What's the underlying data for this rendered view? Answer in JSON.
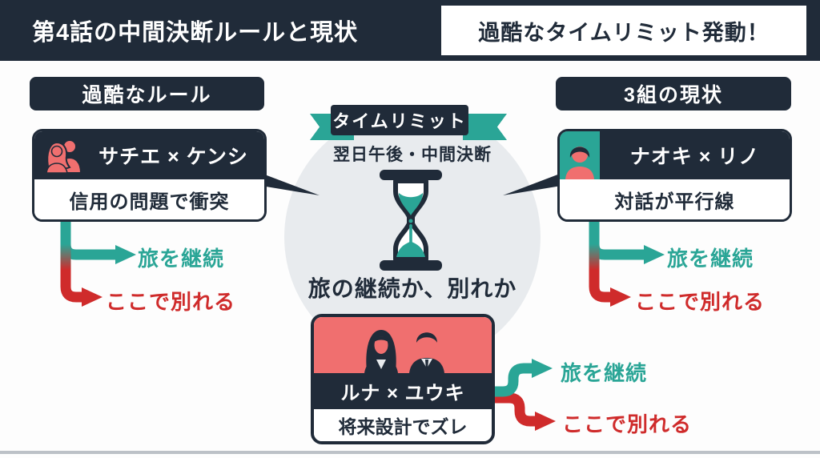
{
  "header": {
    "title": "第4話の中間決断ルールと現状",
    "highlight": "過酷なタイムリミット発動！"
  },
  "left": {
    "header": "過酷なルール",
    "couple": "サチエ × ケンシ",
    "status": "信用の問題で衝突",
    "continue_label": "旅を継続",
    "break_label": "ここで別れる",
    "icon": "couple-icon"
  },
  "right": {
    "header": "3組の現状",
    "couple": "ナオキ × リノ",
    "status": "対話が平行線",
    "continue_label": "旅を継続",
    "break_label": "ここで別れる",
    "icon": "person-icon"
  },
  "bottom": {
    "couple": "ルナ × ユウキ",
    "status": "将来設計でズレ",
    "continue_label": "旅を継続",
    "break_label": "ここで別れる",
    "icon": "two-persons-icon"
  },
  "center": {
    "ribbon": "タイムリミット",
    "deadline": "翌日午後・中間決断",
    "question": "旅の継続か、別れか",
    "icon": "hourglass-icon"
  },
  "colors": {
    "dark_navy": "#202b39",
    "teal": "#2aa596",
    "red": "#cf2b2b",
    "salmon": "#f06f6f",
    "circle_gray": "#e8ebee",
    "white": "#ffffff"
  }
}
